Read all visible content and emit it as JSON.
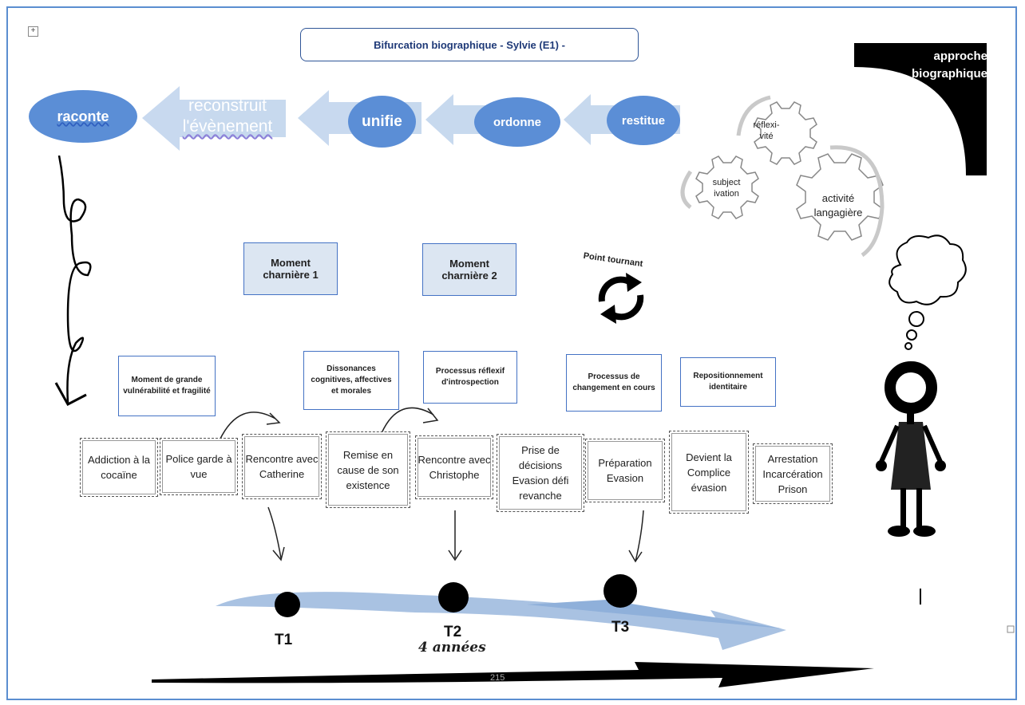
{
  "title": "Bifurcation biographique   - Sylvie (E1) -",
  "corner_label": "approche biographique",
  "process_flow": {
    "raconte": "raconte",
    "reconstruit": "reconstruit",
    "evenement": "l'évènement",
    "unifie": "unifie",
    "ordonne": "ordonne",
    "restitue": "restitue"
  },
  "gears": {
    "reflexivite_1": "réflexi-",
    "reflexivite_2": "vité",
    "subjectivation_1": "subject",
    "subjectivation_2": "ivation",
    "activite_1": "activité",
    "activite_2": "langagière"
  },
  "moments": {
    "m1_line1": "Moment",
    "m1_line2": "charnière 1",
    "m2_line1": "Moment",
    "m2_line2": "charnière 2"
  },
  "point_tournant": "Point tournant",
  "notes": {
    "n1": "Moment de grande vulnérabilité et fragilité",
    "n2": "Dissonances cognitives, affectives et morales",
    "n3": "Processus réflexif d'introspection",
    "n4": "Processus de changement en cours",
    "n5": "Repositionnement identitaire"
  },
  "events": {
    "e1": "Addiction à la cocaïne",
    "e2": "Police garde à vue",
    "e3": "Rencontre avec Catherine",
    "e4": "Remise en cause de son existence",
    "e5": "Rencontre avec Christophe",
    "e6": "Prise de décisions Evasion défi revanche",
    "e7": "Préparation Evasion",
    "e8": "Devient la Complice évasion",
    "e9": "Arrestation Incarcération Prison"
  },
  "timeline": {
    "t1": "T1",
    "t2": "T2",
    "t3": "T3",
    "duration": "4 années"
  },
  "page_number": "215",
  "colors": {
    "ellipse_blue": "#5b8ed6",
    "arrow_light_blue": "#c5d7ee",
    "frame_blue": "#5b8ed0"
  }
}
